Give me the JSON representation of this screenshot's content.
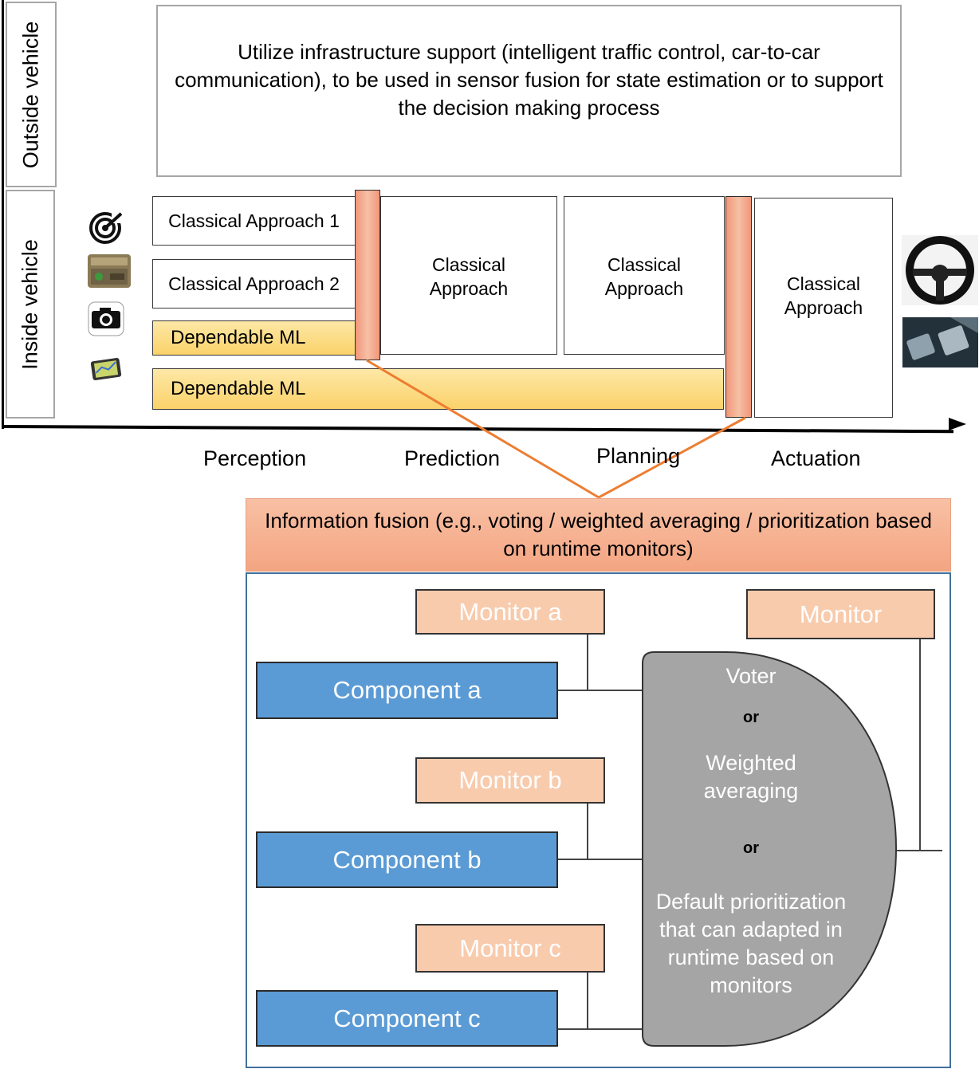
{
  "rows": {
    "outside": "Outside vehicle",
    "inside": "Inside vehicle"
  },
  "infrastructure_text": "Utilize infrastructure support (intelligent traffic control, car-to-car communication), to be used in sensor fusion for state estimation or to support the decision making process",
  "perception": {
    "approach1": "Classical Approach 1",
    "approach2": "Classical Approach 2",
    "ml_short": "Dependable ML"
  },
  "ml_long": "Dependable ML",
  "prediction_box": "Classical Approach",
  "planning_box": "Classical Approach",
  "actuation_box": "Classical Approach",
  "stages": {
    "perception": "Perception",
    "prediction": "Prediction",
    "planning": "Planning",
    "actuation": "Actuation"
  },
  "fusion": {
    "title": "Information fusion (e.g., voting / weighted averaging / prioritization based on runtime monitors)",
    "monitor_a": "Monitor a",
    "monitor_b": "Monitor b",
    "monitor_c": "Monitor c",
    "monitor_out": "Monitor",
    "component_a": "Component a",
    "component_b": "Component b",
    "component_c": "Component c",
    "voter": {
      "line1": "Voter",
      "or1": "or",
      "line2": "Weighted averaging",
      "or2": "or",
      "line3": "Default prioritization that can adapted in runtime based on monitors"
    }
  },
  "icons": [
    "radar-icon",
    "lidar-icon",
    "camera-icon",
    "gps-icon",
    "steering-wheel-icon",
    "pedals-icon"
  ],
  "colors": {
    "ml_fill": "#fbd26a",
    "fusion_bar": "#f4a582",
    "connector": "#ed7d31",
    "monitor": "#f8cbad",
    "component": "#5b9bd5",
    "voter": "#a5a5a5",
    "panel_border": "#41719c"
  }
}
